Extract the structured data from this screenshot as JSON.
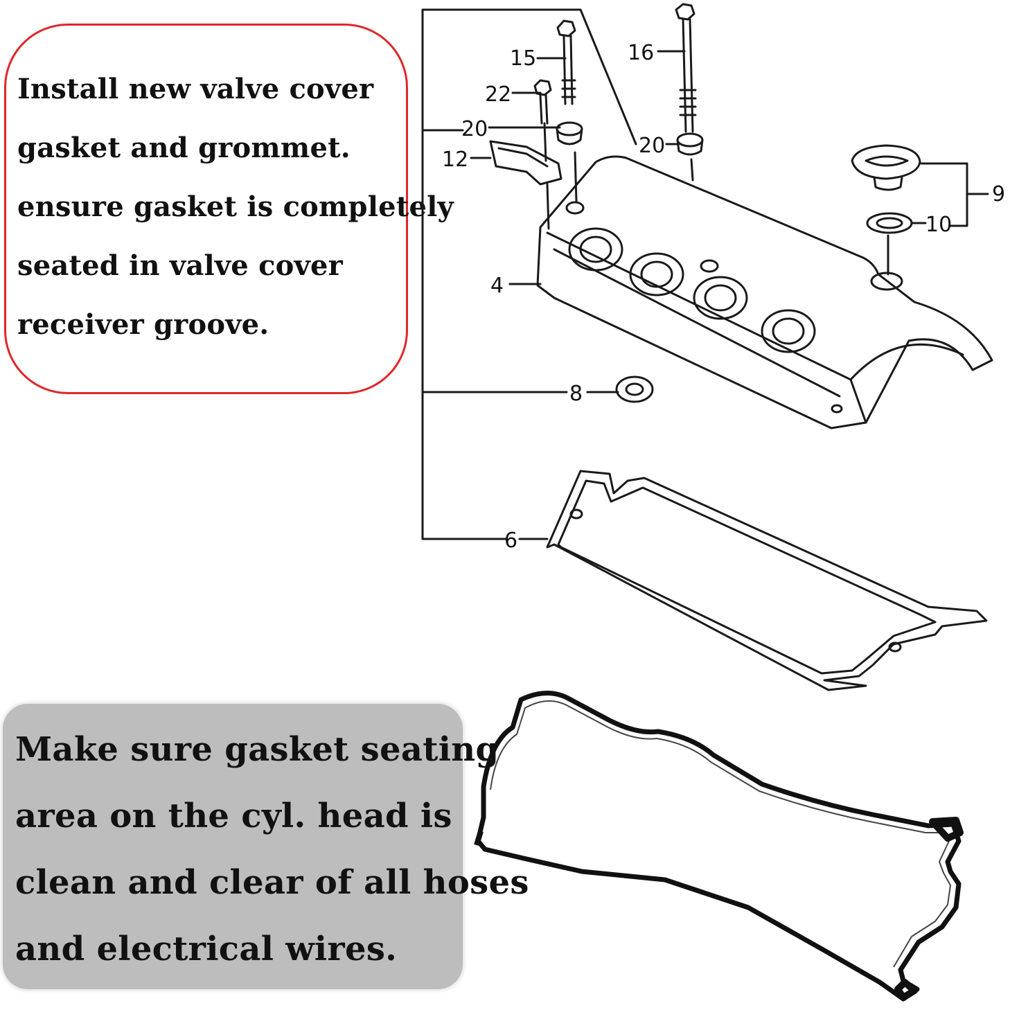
{
  "top_note": {
    "lines": [
      "Install new valve cover",
      "gasket and grommet.",
      "ensure gasket is completely",
      "seated in valve cover",
      "receiver groove."
    ],
    "border_color": "#e0252a"
  },
  "bottom_note": {
    "lines": [
      "Make sure gasket seating",
      "area on the cyl. head is",
      "clean and clear of all hoses",
      "and electrical wires."
    ],
    "background_color": "#bdbdbd"
  },
  "diagram": {
    "callouts": {
      "bolt_a": "15",
      "bolt_b": "16",
      "bolt_c": "22",
      "washer_a": "20",
      "washer_b": "20",
      "bracket": "12",
      "oil_cap": "9",
      "cap_seal": "10",
      "valve_cover": "4",
      "grommet": "8",
      "gasket": "6"
    }
  }
}
